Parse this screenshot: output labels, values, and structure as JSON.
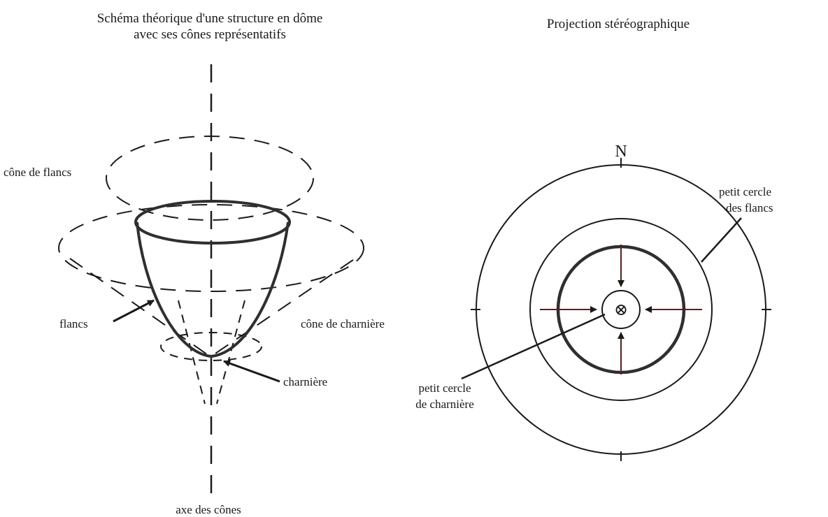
{
  "left_panel": {
    "title_line1": "Schéma théorique d'une structure en dôme",
    "title_line2": "avec ses cônes représentatifs",
    "labels": {
      "flank_cone": "cône de flancs",
      "flanks": "flancs",
      "hinge_cone": "cône de charnière",
      "hinge": "charnière",
      "cone_axis": "axe des cônes"
    }
  },
  "right_panel": {
    "title": "Projection stéréographique",
    "north": "N",
    "labels": {
      "flank_circle_line1": "petit cercle",
      "flank_circle_line2": "des flancs",
      "hinge_circle_line1": "petit cercle",
      "hinge_circle_line2": "de charnière"
    },
    "center_symbol": "⊗"
  },
  "colors": {
    "ink": "#1a1a1a",
    "thick_circle": "#2f2f2f",
    "arrow_stem": "#5a2020"
  }
}
